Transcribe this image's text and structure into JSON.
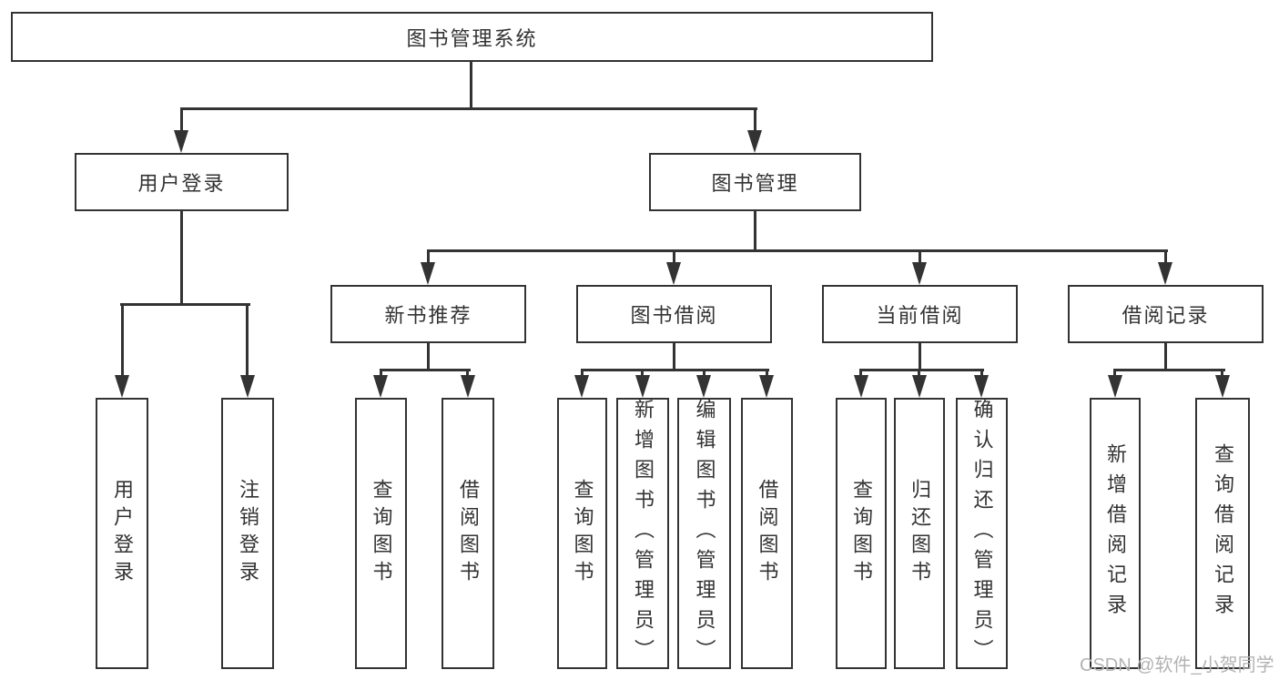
{
  "tree": {
    "label": "图书管理系统",
    "children": [
      {
        "label": "用户登录",
        "children": [
          {
            "label": "用户登录"
          },
          {
            "label": "注销登录"
          }
        ]
      },
      {
        "label": "图书管理",
        "children": [
          {
            "label": "新书推荐",
            "children": [
              {
                "label": "查询图书"
              },
              {
                "label": "借阅图书"
              }
            ]
          },
          {
            "label": "图书借阅",
            "children": [
              {
                "label": "查询图书"
              },
              {
                "label": "新增图书（管理员）"
              },
              {
                "label": "编辑图书（管理员）"
              },
              {
                "label": "借阅图书"
              }
            ]
          },
          {
            "label": "当前借阅",
            "children": [
              {
                "label": "查询图书"
              },
              {
                "label": "归还图书"
              },
              {
                "label": "确认归还（管理员）"
              }
            ]
          },
          {
            "label": "借阅记录",
            "children": [
              {
                "label": "新增借阅记录"
              },
              {
                "label": "查询借阅记录"
              }
            ]
          }
        ]
      }
    ]
  },
  "watermark": {
    "text": "CSDN @软件_小贺同学"
  },
  "colors": {
    "line": "#333333",
    "text": "#333333",
    "box_fill": "#ffffff",
    "background": "#ffffff",
    "watermark": "#b3b3b3"
  }
}
